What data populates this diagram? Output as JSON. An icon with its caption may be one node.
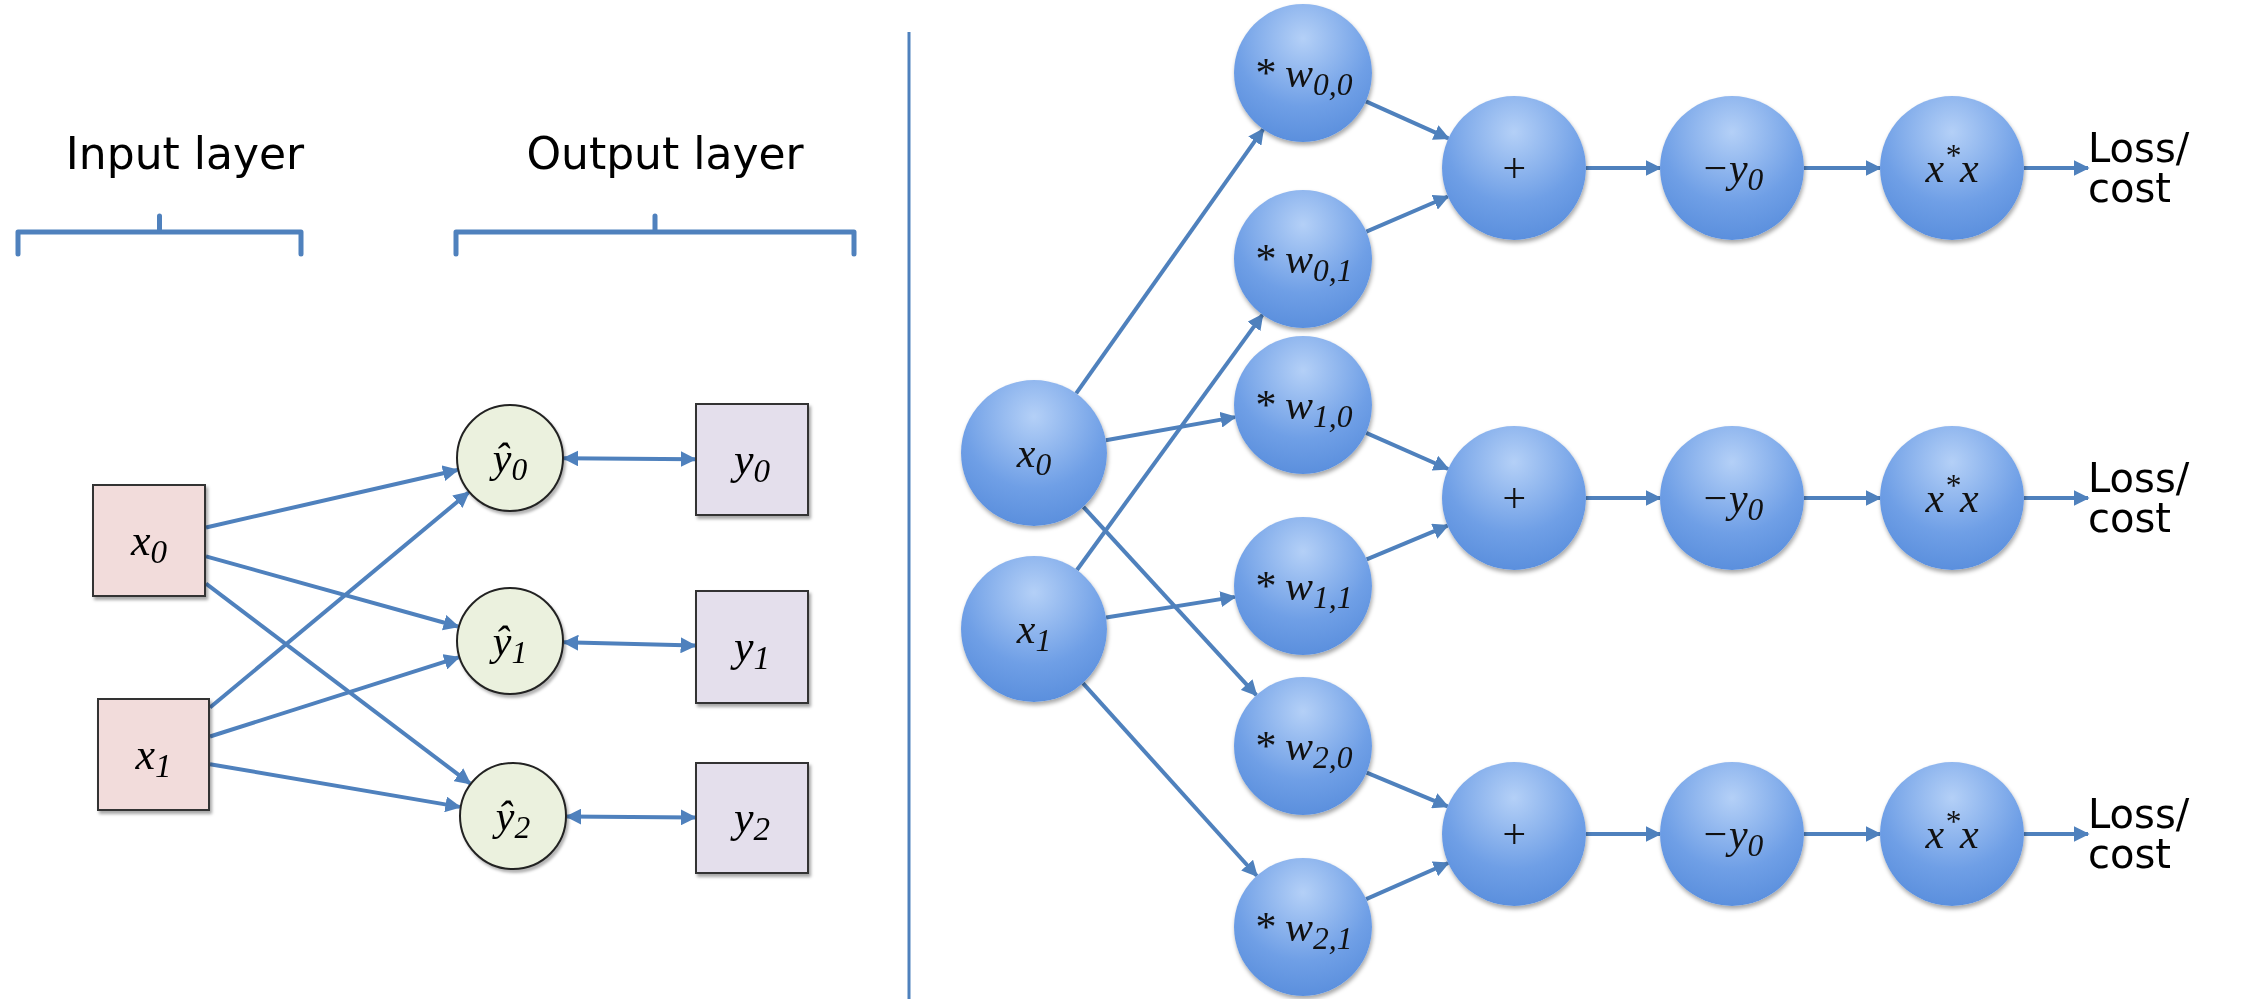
{
  "diagram": {
    "nodes": [
      {
        "text": [
          "x$_{0}$"
        ]
      },
      {
        "text": [
          "x$_{1}$"
        ]
      },
      {
        "text": [
          "ŷ$_{0}$"
        ]
      },
      {
        "text": [
          "ŷ$_{1}$"
        ]
      },
      {
        "text": [
          "ŷ$_{2}$"
        ]
      },
      {
        "text": [
          "y$_{0}$"
        ]
      },
      {
        "text": [
          "y$_{1}$"
        ]
      },
      {
        "text": [
          "y$_{2}$"
        ]
      },
      {
        "text": [
          "x$_{0}$"
        ]
      },
      {
        "text": [
          "x$_{1}$"
        ]
      },
      {
        "text": [
          "* w$_{0,0}$"
        ]
      },
      {
        "text": [
          "* w$_{0,1}$"
        ]
      },
      {
        "text": [
          "* w$_{1,0}$"
        ]
      },
      {
        "text": [
          "* w$_{1,1}$"
        ]
      },
      {
        "text": [
          "* w$_{2,0}$"
        ]
      },
      {
        "text": [
          "* w$_{2,1}$"
        ]
      },
      {
        "text": [
          "+"
        ]
      },
      {
        "text": [
          "−y$_{0}$"
        ]
      },
      {
        "text": [
          "x$^{*}$x"
        ]
      },
      {
        "text": [
          "Loss/ cost"
        ]
      },
      {
        "text": [
          "+"
        ]
      },
      {
        "text": [
          "−y$_{0}$"
        ]
      },
      {
        "text": [
          "x$^{*}$x"
        ]
      },
      {
        "text": [
          "Loss/ cost"
        ]
      },
      {
        "text": [
          "+"
        ]
      },
      {
        "text": [
          "−y$_{0}$"
        ]
      },
      {
        "text": [
          "x$^{*}$x"
        ]
      },
      {
        "text": [
          "Loss/ cost"
        ]
      }
    ],
    "edges": [
      {
        "from": 0,
        "to": 2,
        "arrow": "to"
      },
      {
        "from": 0,
        "to": 3,
        "arrow": "to"
      },
      {
        "from": 0,
        "to": 4,
        "arrow": "to"
      },
      {
        "from": 1,
        "to": 2,
        "arrow": "to"
      },
      {
        "from": 1,
        "to": 3,
        "arrow": "to"
      },
      {
        "from": 1,
        "to": 4,
        "arrow": "to"
      },
      {
        "from": 2,
        "to": 5,
        "arrow": "both"
      },
      {
        "from": 3,
        "to": 6,
        "arrow": "both"
      },
      {
        "from": 4,
        "to": 7,
        "arrow": "both"
      },
      {
        "from": 8,
        "to": 10,
        "arrow": "to"
      },
      {
        "from": 8,
        "to": 12,
        "arrow": "to"
      },
      {
        "from": 8,
        "to": 14,
        "arrow": "to"
      },
      {
        "from": 9,
        "to": 11,
        "arrow": "to"
      },
      {
        "from": 9,
        "to": 13,
        "arrow": "to"
      },
      {
        "from": 9,
        "to": 15,
        "arrow": "to"
      },
      {
        "from": 10,
        "to": 16,
        "arrow": "to"
      },
      {
        "from": 11,
        "to": 16,
        "arrow": "to"
      },
      {
        "from": 16,
        "to": 17,
        "arrow": "to"
      },
      {
        "from": 17,
        "to": 18,
        "arrow": "to"
      },
      {
        "from": 18,
        "to": 19,
        "arrow": "to"
      },
      {
        "from": 12,
        "to": 20,
        "arrow": "to"
      },
      {
        "from": 13,
        "to": 20,
        "arrow": "to"
      },
      {
        "from": 20,
        "to": 21,
        "arrow": "to"
      },
      {
        "from": 21,
        "to": 22,
        "arrow": "to"
      },
      {
        "from": 22,
        "to": 23,
        "arrow": "to"
      },
      {
        "from": 14,
        "to": 24,
        "arrow": "to"
      },
      {
        "from": 15,
        "to": 24,
        "arrow": "to"
      },
      {
        "from": 24,
        "to": 25,
        "arrow": "to"
      },
      {
        "from": 25,
        "to": 26,
        "arrow": "to"
      },
      {
        "from": 26,
        "to": 27,
        "arrow": "to"
      }
    ],
    "labels": [
      "Input layer",
      "Output layer"
    ]
  }
}
